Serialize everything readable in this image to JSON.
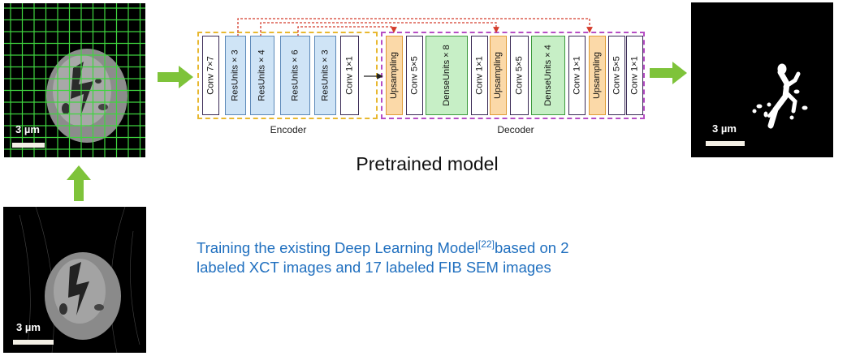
{
  "panels": {
    "top_left": {
      "scale_label": "3 µm"
    },
    "bottom_left": {
      "scale_label": "3 µm"
    },
    "right": {
      "scale_label": "3 µm"
    }
  },
  "network": {
    "encoder_label": "Encoder",
    "decoder_label": "Decoder",
    "blocks": [
      {
        "label": "Conv 7×7",
        "kind": "conv"
      },
      {
        "label": "ResUnits × 3",
        "kind": "res"
      },
      {
        "label": "ResUnits × 4",
        "kind": "res"
      },
      {
        "label": "ResUnits × 6",
        "kind": "res"
      },
      {
        "label": "ResUnits × 3",
        "kind": "res"
      },
      {
        "label": "Conv 1×1",
        "kind": "conv"
      },
      {
        "label": "Upsampling",
        "kind": "up"
      },
      {
        "label": "Conv 5×5",
        "kind": "conv"
      },
      {
        "label": "DenseUnits × 8",
        "kind": "dense"
      },
      {
        "label": "Conv 1×1",
        "kind": "conv"
      },
      {
        "label": "Upsampling",
        "kind": "up"
      },
      {
        "label": "Conv 5×5",
        "kind": "conv"
      },
      {
        "label": "DenseUnits × 4",
        "kind": "dense"
      },
      {
        "label": "Conv 1×1",
        "kind": "conv"
      },
      {
        "label": "Upsampling",
        "kind": "up"
      },
      {
        "label": "Conv 5×5",
        "kind": "conv"
      },
      {
        "label": "Conv 1×1",
        "kind": "conv"
      }
    ]
  },
  "title": "Pretrained model",
  "description": {
    "line1_pre": "Training the existing Deep Learning Model",
    "ref": "[22]",
    "line1_post": "based on 2",
    "line2": "labeled XCT images and 17 labeled FIB SEM images"
  },
  "colors": {
    "arrow_green": "#7ec33a",
    "skip_red": "#d43c2c",
    "grid_green": "#3fd43f",
    "text_blue": "#1f6fbf"
  }
}
